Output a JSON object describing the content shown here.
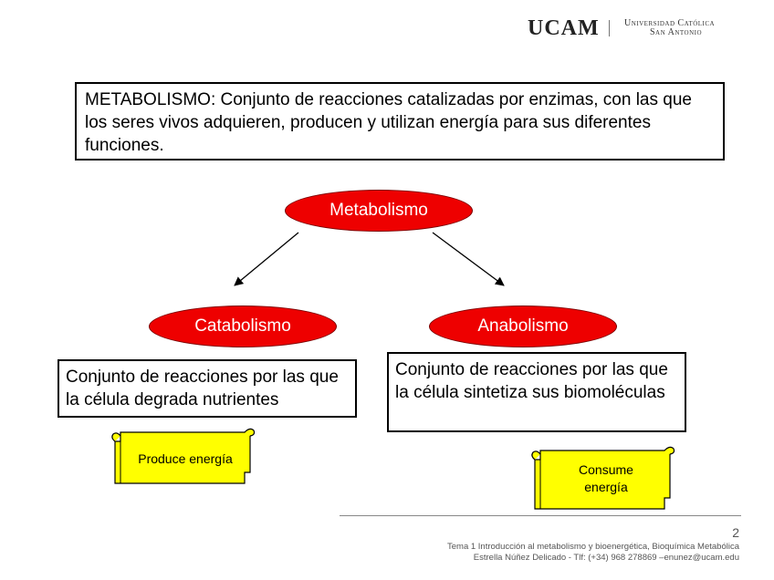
{
  "header": {
    "logo_word": "UCAM",
    "university_line1": "Universidad Católica",
    "university_line2": "San Antonio"
  },
  "definition": {
    "text": "METABOLISMO: Conjunto de reacciones catalizadas por enzimas, con las que los seres vivos adquieren, producen y utilizan energía para sus diferentes funciones."
  },
  "diagram": {
    "root": "Metabolismo",
    "catabolism": {
      "label": "Catabolismo",
      "description": "Conjunto de reacciones por las que la célula degrada nutrientes",
      "note": "Produce energía"
    },
    "anabolism": {
      "label": "Anabolismo",
      "description": "Conjunto de reacciones por las que la célula sintetiza sus biomoléculas",
      "note_line1": "Consume",
      "note_line2": "energía"
    },
    "colors": {
      "ellipse_fill": "#ee0000",
      "scroll_fill": "#ffff00"
    }
  },
  "footer": {
    "page_number": "2",
    "line1": "Tema 1 Introducción al metabolismo y bioenergética, Bioquímica Metabólica",
    "line2": "Estrella Núñez Delicado  - Tlf: (+34) 968 278869 –enunez@ucam.edu"
  }
}
